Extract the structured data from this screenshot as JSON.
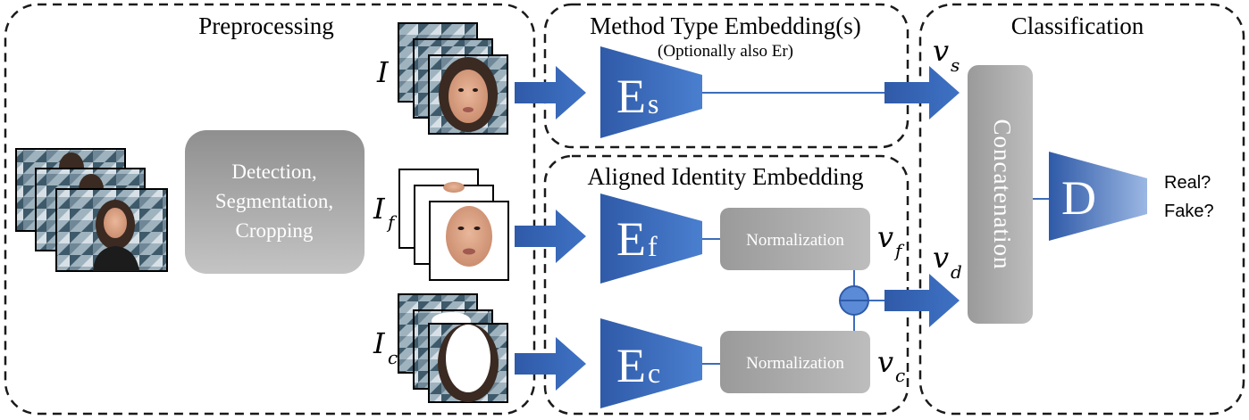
{
  "sections": {
    "preprocessing": "Preprocessing",
    "method_type": "Method Type Embedding(s)",
    "method_type_note": "(Optionally also Er)",
    "aligned_identity": "Aligned Identity Embedding",
    "classification": "Classification"
  },
  "preprocessing": {
    "step_lines": [
      "Detection,",
      "Segmentation,",
      "Cropping"
    ]
  },
  "variables": {
    "I": {
      "main": "I"
    },
    "If": {
      "main": "I",
      "sub": "f"
    },
    "Ic": {
      "main": "I",
      "sub": "c"
    },
    "vs": {
      "main": "v",
      "sub": "s"
    },
    "vd": {
      "main": "v",
      "sub": "d"
    },
    "vf": {
      "main": "v",
      "sub": "f"
    },
    "vc": {
      "main": "v",
      "sub": "c"
    }
  },
  "encoders": {
    "Es": {
      "main": "E",
      "sub": "s"
    },
    "Ef": {
      "main": "E",
      "sub": "f"
    },
    "Ec": {
      "main": "E",
      "sub": "c"
    }
  },
  "normalization": {
    "label": "Normalization"
  },
  "classification": {
    "concat_label": "Concatenation",
    "discriminator": "D",
    "outputs": [
      "Real?",
      "Fake?"
    ]
  },
  "colors": {
    "encoder_blue": "#2f5aa8",
    "arrow_blue": "#3f72c4",
    "box_gray": "#a8a8a8"
  }
}
